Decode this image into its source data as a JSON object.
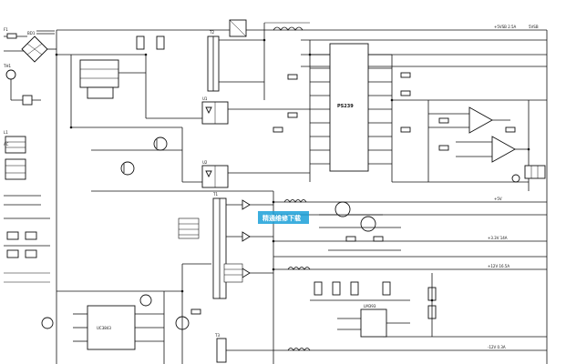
{
  "watermark": {
    "text": "精通维修下载",
    "bg_color": "#1aa0d8"
  },
  "chips": {
    "main_ic": "PS239",
    "lower_ic": "LM393",
    "left_ic": "UC3843",
    "opto_top": "U1",
    "opto_mid": "U2"
  },
  "outputs": [
    {
      "voltage": "+5VSB 2.5A",
      "name": "5VSB"
    },
    {
      "voltage": "",
      "name": ""
    },
    {
      "voltage": "",
      "name": ""
    },
    {
      "voltage": "+5V",
      "name": ""
    },
    {
      "voltage": "+3.3V 14A",
      "name": ""
    },
    {
      "voltage": "+12V 16.5A",
      "name": ""
    },
    {
      "voltage": "-12V 0.3A",
      "name": ""
    }
  ],
  "input_labels": {
    "fuse": "F1",
    "line": "AC",
    "bridge": "BD1",
    "thermistor": "TH1",
    "filter": "L1"
  },
  "transformers": {
    "main": "T1",
    "standby": "T2",
    "driver": "T3"
  }
}
